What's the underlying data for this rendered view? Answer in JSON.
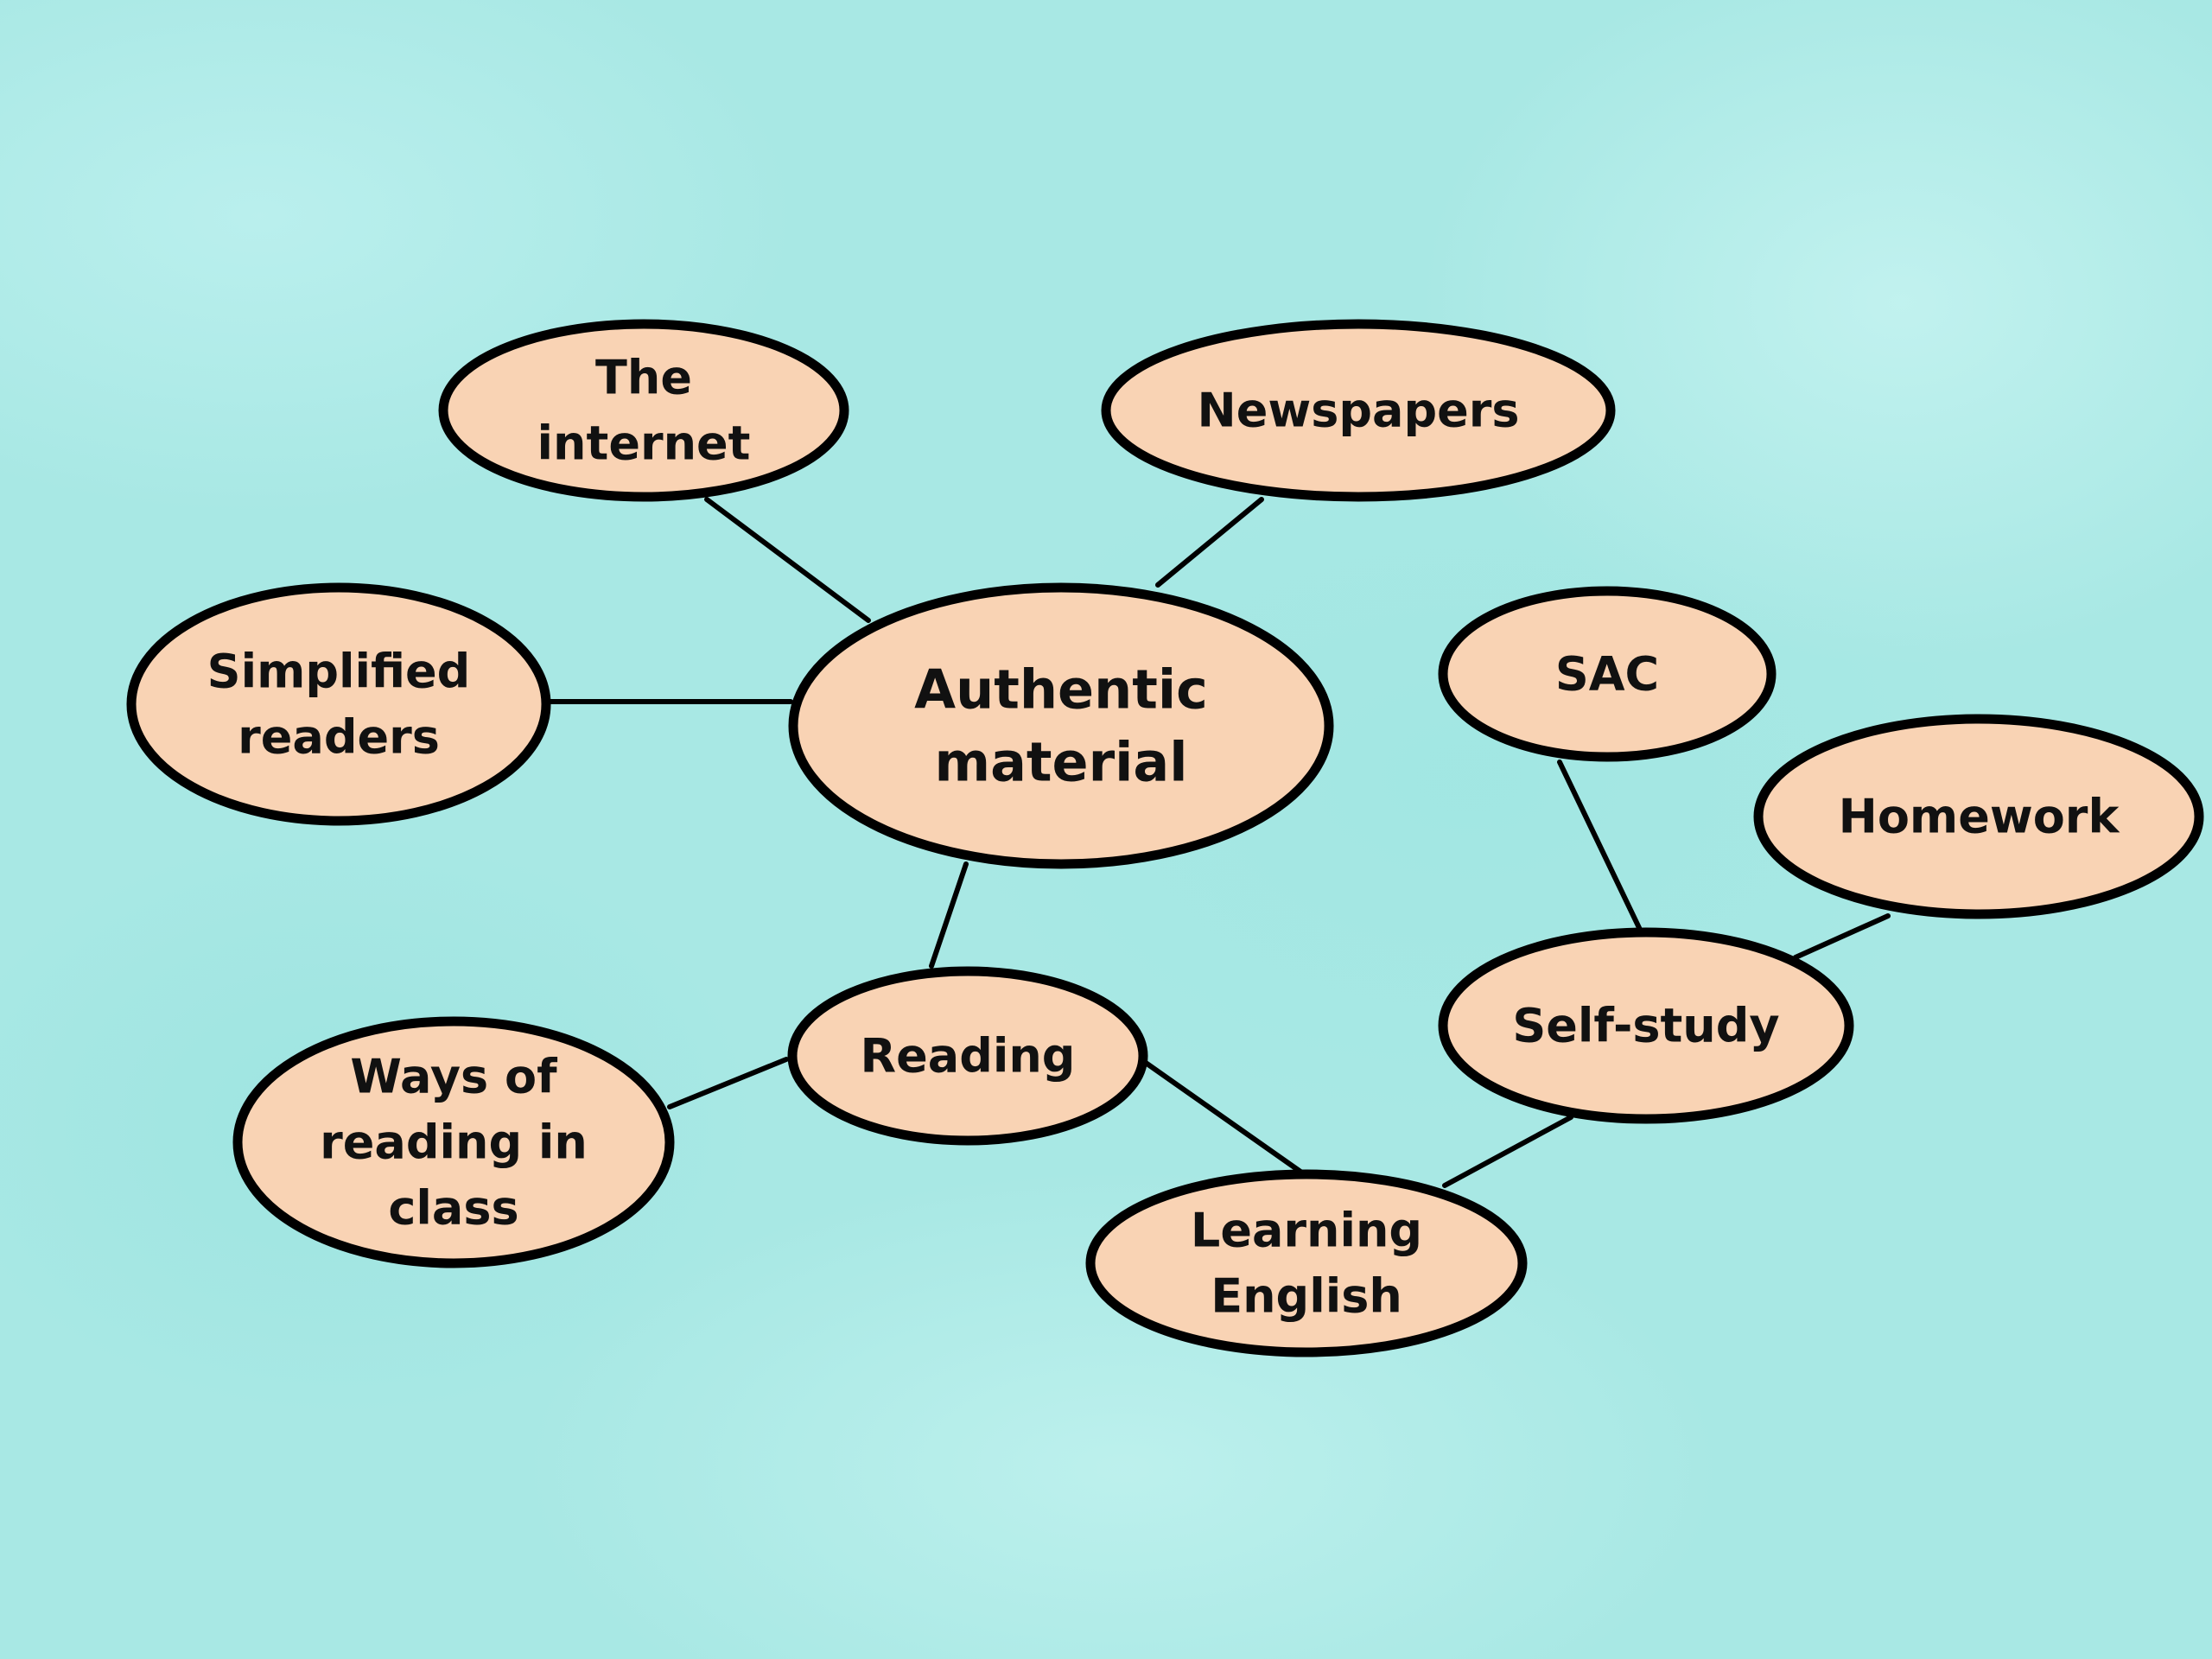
{
  "colors": {
    "background": "#a8e8e4",
    "node_fill": "#f9d3b4",
    "node_stroke": "#000000",
    "line": "#000000",
    "text": "#111111"
  },
  "nodes": {
    "internet": {
      "lines": [
        "The",
        "internet"
      ]
    },
    "newspapers": {
      "lines": [
        "Newspapers"
      ]
    },
    "simplified": {
      "lines": [
        "Simplified",
        "readers"
      ]
    },
    "authentic": {
      "lines": [
        "Authentic",
        "material"
      ]
    },
    "sac": {
      "lines": [
        "SAC"
      ]
    },
    "homework": {
      "lines": [
        "Homework"
      ]
    },
    "reading": {
      "lines": [
        "Reading"
      ]
    },
    "selfstudy": {
      "lines": [
        "Self-study"
      ]
    },
    "ways": {
      "lines": [
        "Ways of",
        "reading in",
        "class"
      ]
    },
    "learning": {
      "lines": [
        "Learning",
        "English"
      ]
    }
  },
  "edges": [
    [
      "internet",
      "authentic"
    ],
    [
      "newspapers",
      "authentic"
    ],
    [
      "simplified",
      "authentic"
    ],
    [
      "authentic",
      "reading"
    ],
    [
      "reading",
      "ways"
    ],
    [
      "reading",
      "learning"
    ],
    [
      "learning",
      "selfstudy"
    ],
    [
      "selfstudy",
      "sac"
    ],
    [
      "selfstudy",
      "homework"
    ]
  ]
}
